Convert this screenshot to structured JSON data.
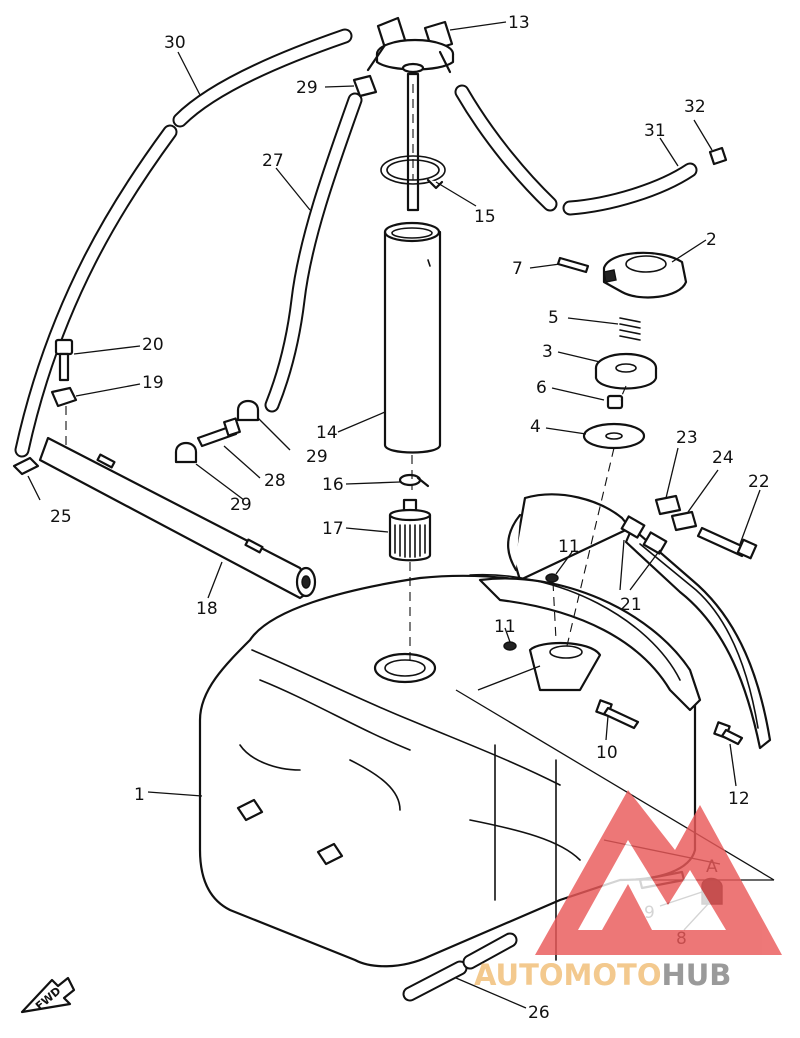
{
  "diagram": {
    "fwd_label": "FWD",
    "callouts": {
      "c1": "1",
      "c2": "2",
      "c3": "3",
      "c4": "4",
      "c5": "5",
      "c6": "6",
      "c7": "7",
      "c8": "8",
      "c9": "9",
      "c10": "10",
      "c11a": "11",
      "c11b": "11",
      "c12": "12",
      "c13": "13",
      "c14": "14",
      "c15": "15",
      "c16": "16",
      "c17": "17",
      "c18": "18",
      "c19": "19",
      "c20": "20",
      "c21": "21",
      "c22": "22",
      "c23": "23",
      "c24": "24",
      "c25": "25",
      "c26": "26",
      "c27": "27",
      "c28": "28",
      "c29a": "29",
      "c29b": "29",
      "c29c": "29",
      "c30": "30",
      "c31": "31",
      "c32": "32",
      "cA": "A"
    }
  },
  "watermark": {
    "brand_part1": "AUTOMOTO",
    "brand_part2": "HUB",
    "colors": {
      "logo": "#ea5a5a",
      "text_part1": "#f3c98e",
      "text_part2": "#9a9a9a"
    }
  }
}
